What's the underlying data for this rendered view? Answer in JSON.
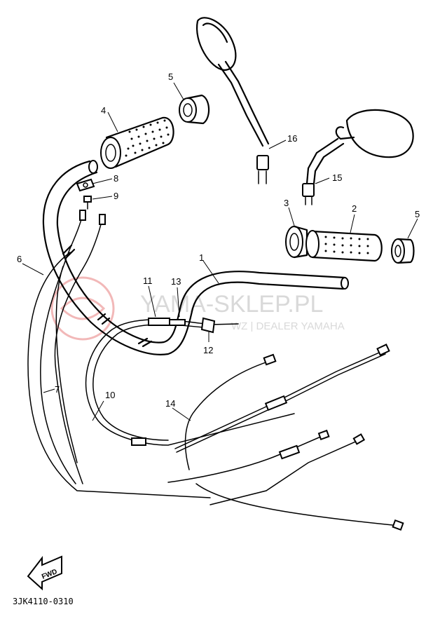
{
  "watermark": {
    "brand": "YAMA-SKLEP.PL",
    "tagline": "WZ | DEALER YAMAHA"
  },
  "callouts": [
    {
      "id": "1",
      "label": "1"
    },
    {
      "id": "2",
      "label": "2"
    },
    {
      "id": "3",
      "label": "3"
    },
    {
      "id": "4",
      "label": "4"
    },
    {
      "id": "5a",
      "label": "5"
    },
    {
      "id": "5b",
      "label": "5"
    },
    {
      "id": "6",
      "label": "6"
    },
    {
      "id": "7",
      "label": "7"
    },
    {
      "id": "8",
      "label": "8"
    },
    {
      "id": "9",
      "label": "9"
    },
    {
      "id": "10",
      "label": "10"
    },
    {
      "id": "11",
      "label": "11"
    },
    {
      "id": "12",
      "label": "12"
    },
    {
      "id": "13",
      "label": "13"
    },
    {
      "id": "14",
      "label": "14"
    },
    {
      "id": "15",
      "label": "15"
    },
    {
      "id": "16",
      "label": "16"
    }
  ],
  "direction_label": "FWD",
  "diagram_code": "3JK4110-0310",
  "colors": {
    "line": "#000000",
    "watermark_text": "#d9d9d9",
    "watermark_logo": "#f2b8b8"
  }
}
